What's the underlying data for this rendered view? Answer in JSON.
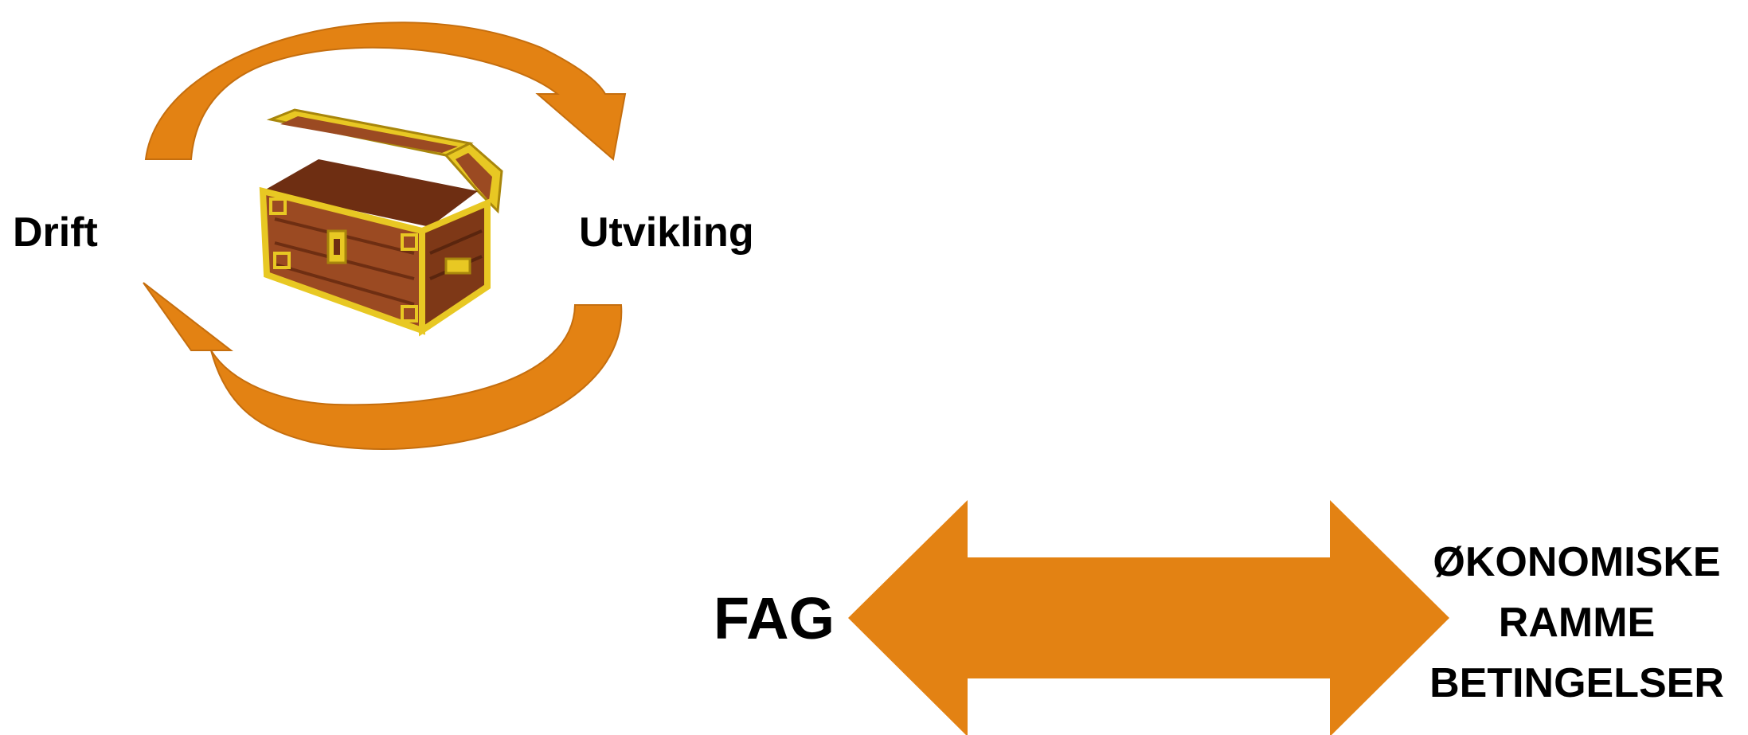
{
  "colors": {
    "arrow_orange": "#E38213",
    "text": "#000000",
    "chest_wood": "#9B4A22",
    "chest_wood_dark": "#6E2E12",
    "chest_gold": "#E8C823",
    "chest_gold_dark": "#A8860C"
  },
  "cycle": {
    "left_label": "Drift",
    "right_label": "Utvikling",
    "center_icon": "treasure-chest-icon"
  },
  "balance": {
    "left_label": "FAG",
    "right_label_lines": [
      "ØKONOMISKE",
      "RAMME",
      "BETINGELSER"
    ],
    "arrow_icon": "double-headed-arrow-icon"
  }
}
